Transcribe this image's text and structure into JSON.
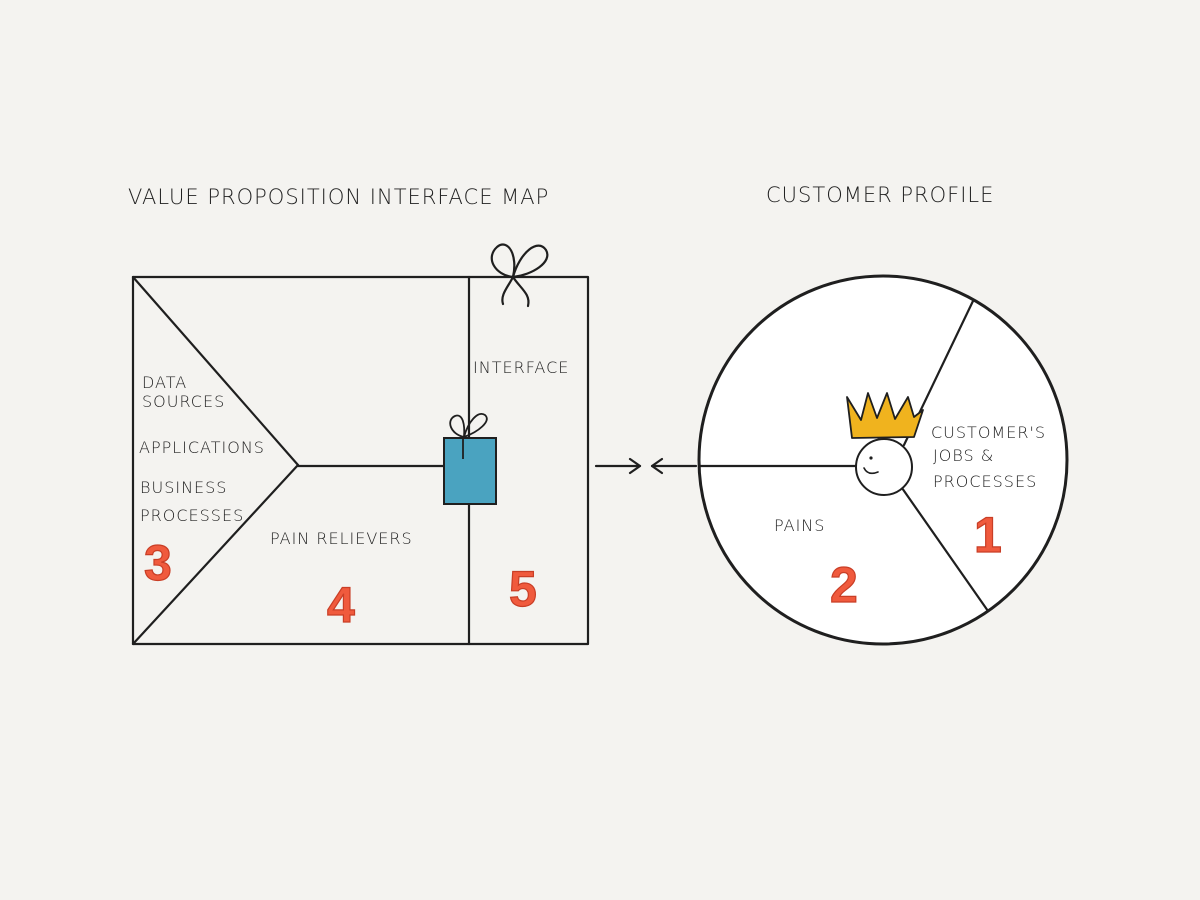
{
  "titles": {
    "left": "VALUE PROPOSITION INTERFACE MAP",
    "right": "CUSTOMER PROFILE"
  },
  "value_map": {
    "sources_lines": [
      "DATA",
      "SOURCES"
    ],
    "applications": "APPLICATIONS",
    "business_lines": [
      "BUSINESS",
      "PROCESSES"
    ],
    "sources_number": "3",
    "pain_relievers": "PAIN RELIEVERS",
    "pain_relievers_number": "4",
    "interface": "INTERFACE",
    "interface_number": "5"
  },
  "customer_profile": {
    "jobs_lines": [
      "CUSTOMER'S",
      "JOBS &",
      "PROCESSES"
    ],
    "jobs_number": "1",
    "pains": "PAINS",
    "pains_number": "2"
  },
  "colors": {
    "ink": "#1f1f1f",
    "number_fill": "#f05a3d",
    "gift_box": "#4aa3c0",
    "crown": "#f0b31e",
    "paper": "#ffffff",
    "background": "#f4f3f0"
  }
}
